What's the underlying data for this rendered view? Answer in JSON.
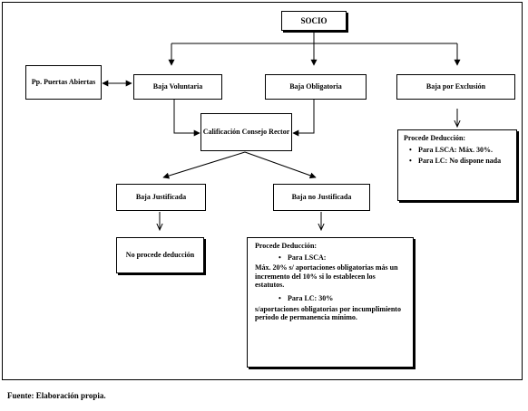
{
  "nodes": {
    "socio": "SOCIO",
    "pp_puertas": "Pp. Puertas Abiertas",
    "baja_voluntaria": "Baja Voluntaria",
    "baja_obligatoria": "Baja Obligatoria",
    "baja_exclusion": "Baja por Exclusión",
    "calificacion": "Calificación Consejo Rector",
    "baja_justificada": "Baja Justificada",
    "baja_no_justificada": "Baja no Justificada",
    "no_procede": "No procede deducción"
  },
  "notes": {
    "exclusion": {
      "title": "Procede Deducción:",
      "bullets": [
        "Para LSCA: Máx. 30%.",
        "Para LC: No dispone nada"
      ]
    },
    "no_justificada": {
      "title": "Procede Deducción:",
      "bullet1": "Para LSCA:",
      "text1": "Máx. 20% s/ aportaciones obligatorias más un incremento del 10% si lo establecen los estatutos.",
      "bullet2": "Para LC: 30%",
      "text2": "s/aportaciones obligatorias por incumplimiento período de permanencia mínimo."
    }
  },
  "source": "Fuente: Elaboración propia."
}
